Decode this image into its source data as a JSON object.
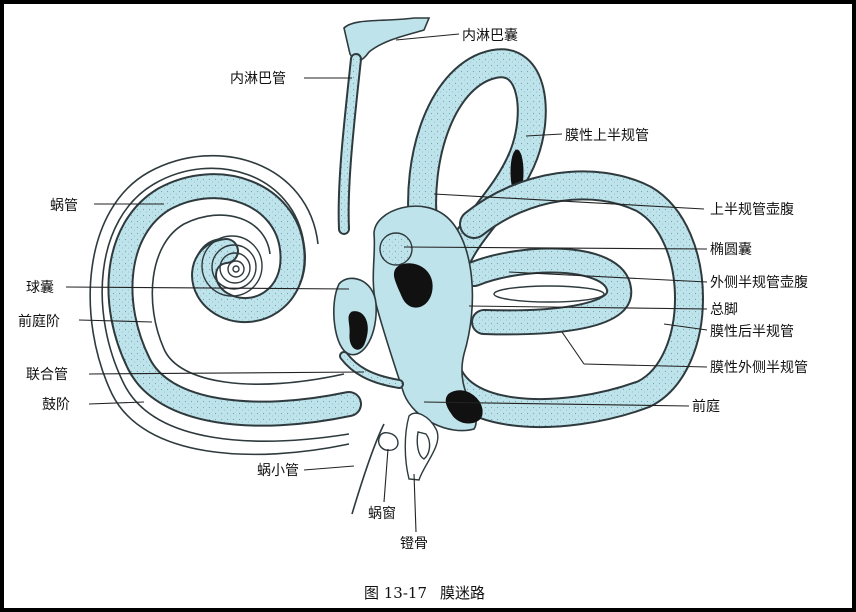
{
  "labels": {
    "endolymphatic_sac": "内淋巴囊",
    "endolymphatic_duct": "内淋巴管",
    "membranous_superior_canal": "膜性上半规管",
    "cochlear_duct": "蜗管",
    "superior_canal_ampulla": "上半规管壶腹",
    "utricle": "椭圆囊",
    "saccule": "球囊",
    "lateral_canal_ampulla": "外侧半规管壶腹",
    "common_crus": "总脚",
    "scala_vestibuli": "前庭阶",
    "membranous_posterior_canal": "膜性后半规管",
    "ductus_reuniens": "联合管",
    "membranous_lateral_canal": "膜性外侧半规管",
    "scala_tympani": "鼓阶",
    "vestibule": "前庭",
    "cochlear_aqueduct": "蜗小管",
    "cochlear_window": "蜗窗",
    "stapes": "镫骨"
  },
  "caption": {
    "figure_number": "图 13-17",
    "title": "膜迷路"
  },
  "colors": {
    "duct_fill": "#bfe3ea",
    "outline": "#2e3a3d",
    "background": "#ffffff",
    "frame": "#000000"
  }
}
